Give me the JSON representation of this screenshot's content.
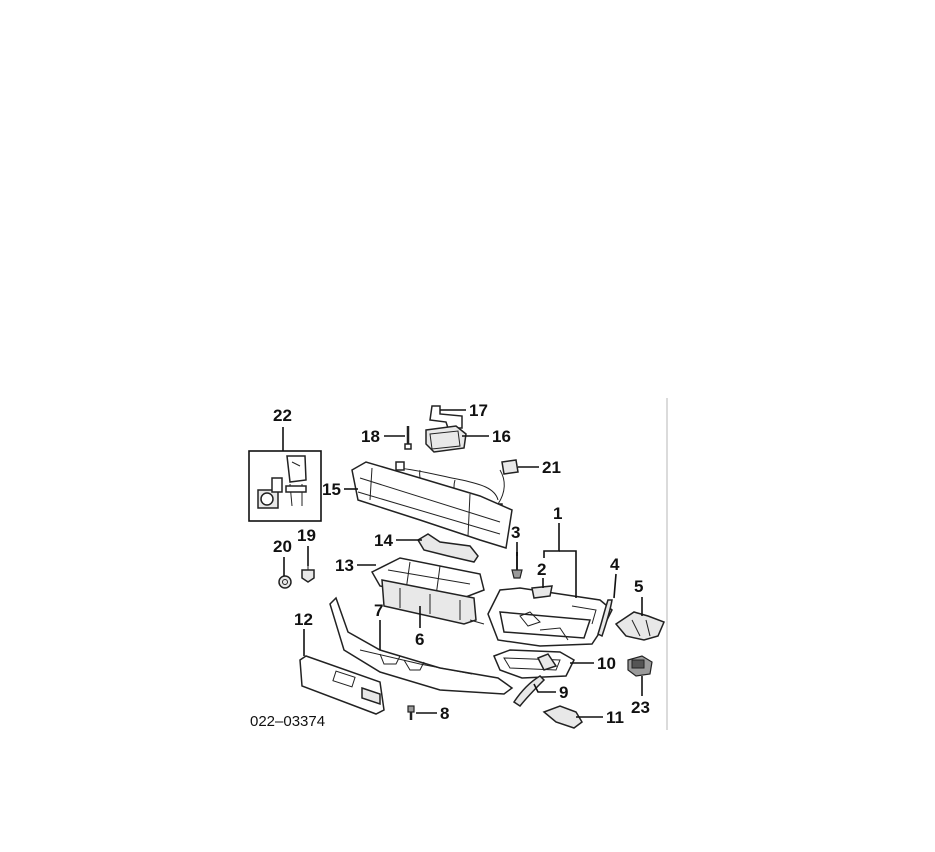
{
  "diagram": {
    "drawing_number": "022–03374",
    "callouts": {
      "c1": "1",
      "c2": "2",
      "c3": "3",
      "c4": "4",
      "c5": "5",
      "c6": "6",
      "c7": "7",
      "c8": "8",
      "c9": "9",
      "c10": "10",
      "c11": "11",
      "c12": "12",
      "c13": "13",
      "c14": "14",
      "c15": "15",
      "c16": "16",
      "c17": "17",
      "c18": "18",
      "c19": "19",
      "c20": "20",
      "c21": "21",
      "c22": "22",
      "c23": "23"
    }
  }
}
